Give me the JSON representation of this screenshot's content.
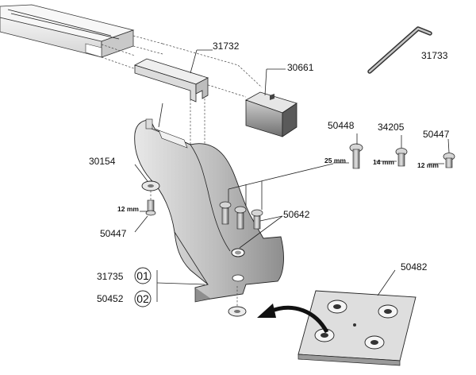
{
  "parts": {
    "p31732": "31732",
    "p30661": "30661",
    "p31733": "31733",
    "p50448": "50448",
    "p34205": "34205",
    "p50447a": "50447",
    "p30154": "30154",
    "p50447b": "50447",
    "p50642": "50642",
    "p31735": "31735",
    "p50452": "50452",
    "p50482": "50482"
  },
  "dims": {
    "d25": "25 mm",
    "d14": "14 mm",
    "d12a": "12 mm",
    "d12b": "12 mm"
  },
  "variants": {
    "v01": "01",
    "v02": "02"
  },
  "icons": [
    "hex-key-icon",
    "bolt-icon",
    "washer-icon",
    "curved-arrow-icon"
  ]
}
